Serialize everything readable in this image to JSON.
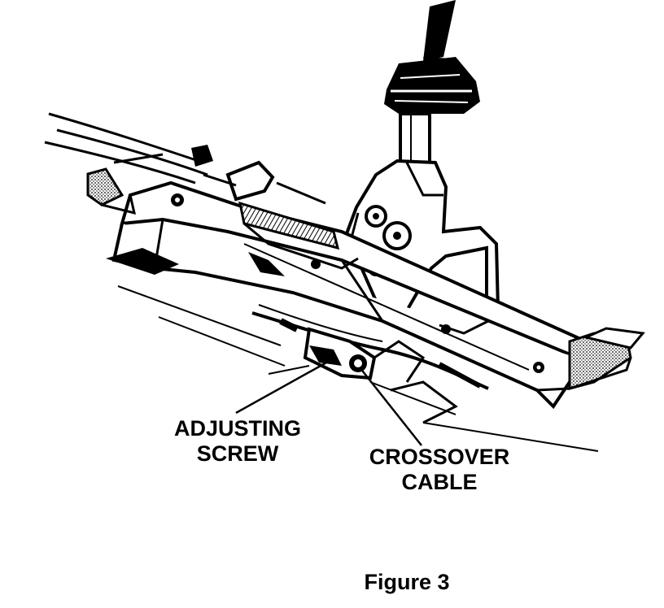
{
  "figure": {
    "caption": "Figure 3",
    "callouts": [
      {
        "line1": "ADJUSTING",
        "line2": "SCREW"
      },
      {
        "line1": "CROSSOVER",
        "line2": "CABLE"
      }
    ]
  },
  "colors": {
    "ink": "#000000",
    "paper": "#ffffff"
  }
}
